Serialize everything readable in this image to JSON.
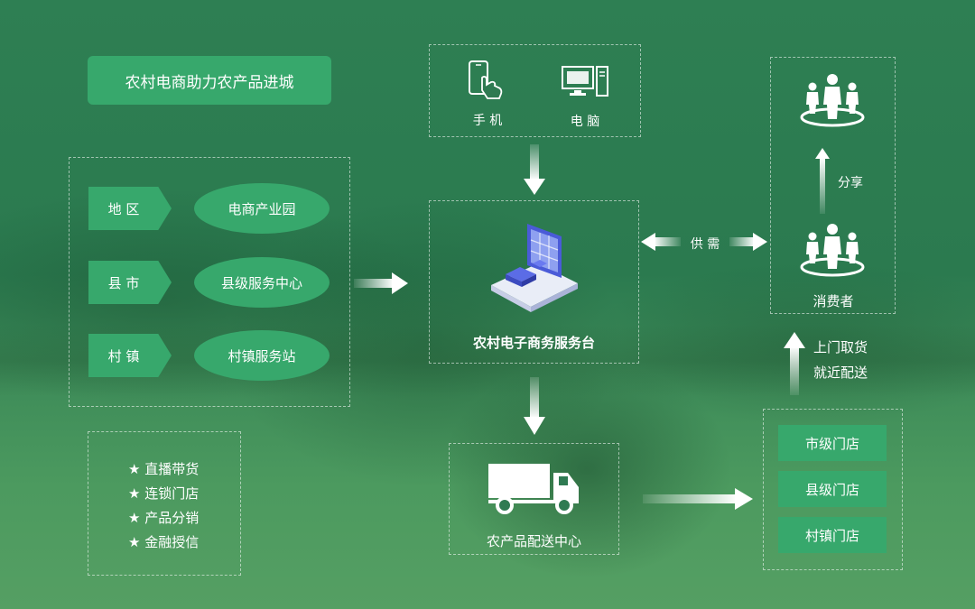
{
  "title": "农村电商助力农产品进城",
  "regions": [
    {
      "tag": "地 区",
      "center": "电商产业园"
    },
    {
      "tag": "县 市",
      "center": "县级服务中心"
    },
    {
      "tag": "村 镇",
      "center": "村镇服务站"
    }
  ],
  "features": [
    "★ 直播带货",
    "★ 连锁门店",
    "★ 产品分销",
    "★ 金融授信"
  ],
  "devices": {
    "phone": "手 机",
    "computer": "电 脑"
  },
  "platform": "农村电子商务服务台",
  "supply_demand": "供 需",
  "share": "分享",
  "consumer": "消费者",
  "pickup": [
    "上门取货",
    "就近配送"
  ],
  "distribution": "农产品配送中心",
  "stores": [
    "市级门店",
    "县级门店",
    "村镇门店"
  ],
  "colors": {
    "accent": "#37a86c",
    "background": "#2f7a52"
  }
}
